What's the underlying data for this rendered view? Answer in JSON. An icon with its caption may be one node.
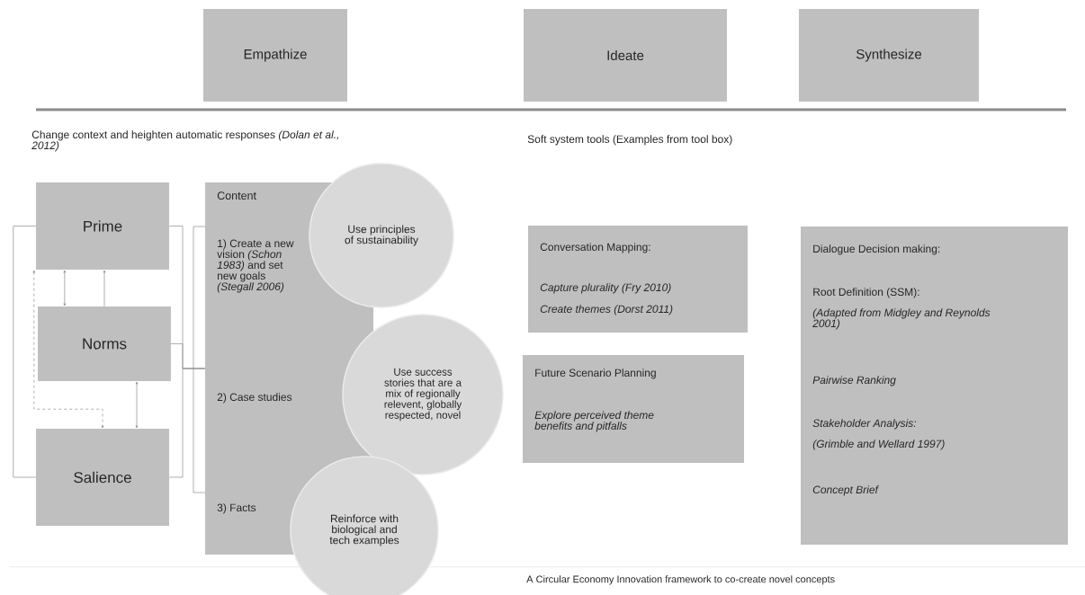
{
  "diagram": {
    "caption": "A Circular Economy Innovation framework to co-create novel concepts",
    "nodes": [
      {
        "text": [
          "Empathize"
        ]
      },
      {
        "text": [
          "Ideate"
        ]
      },
      {
        "text": [
          "Synthesize"
        ]
      },
      {
        "text": [
          "Prime"
        ]
      },
      {
        "text": [
          "Norms"
        ]
      },
      {
        "text": [
          "Salience"
        ]
      },
      {
        "text": [
          "Content",
          "1) Create a new vision *(Schon 1983)* and set new goals *(Stegall 2006)*",
          "2) Case studies",
          "3) Facts"
        ]
      },
      {
        "text": [
          "Use principles of sustainability"
        ]
      },
      {
        "text": [
          "Use success stories that are a mix of regionally relevent, globally respected, novel"
        ]
      },
      {
        "text": [
          "Reinforce with biological and tech examples"
        ]
      },
      {
        "text": [
          "Conversation Mapping:",
          "Capture plurality (Fry 2010)",
          "Create themes (Dorst 2011)"
        ]
      },
      {
        "text": [
          "Future Scenario Planning",
          "Explore perceived theme benefits and pitfalls"
        ]
      },
      {
        "text": [
          "Dialogue Decision making:",
          "Root Definition (SSM):",
          "(Adapted from Midgley and Reynolds 2001)",
          "Pairwise Ranking",
          "Stakeholder Analysis:",
          "(Grimble and Wellard 1997)",
          "Concept Brief"
        ]
      }
    ],
    "edges": [
      {
        "from": 3,
        "to": 5,
        "arrow": "none"
      },
      {
        "from": 3,
        "to": 5,
        "arrow": "both",
        "style": "dashed"
      },
      {
        "from": 3,
        "to": 4,
        "arrow": "both"
      },
      {
        "from": 4,
        "to": 3,
        "arrow": "to"
      },
      {
        "from": 4,
        "to": 5,
        "arrow": "both"
      },
      {
        "from": 3,
        "to": 6,
        "arrow": "none"
      },
      {
        "from": 4,
        "to": 6,
        "arrow": "none"
      },
      {
        "from": 5,
        "to": 6,
        "arrow": "none"
      }
    ],
    "labels": [
      "Change context and heighten automatic responses *(Dolan et al., 2012)*",
      "Soft system tools (Examples from tool box)"
    ]
  }
}
